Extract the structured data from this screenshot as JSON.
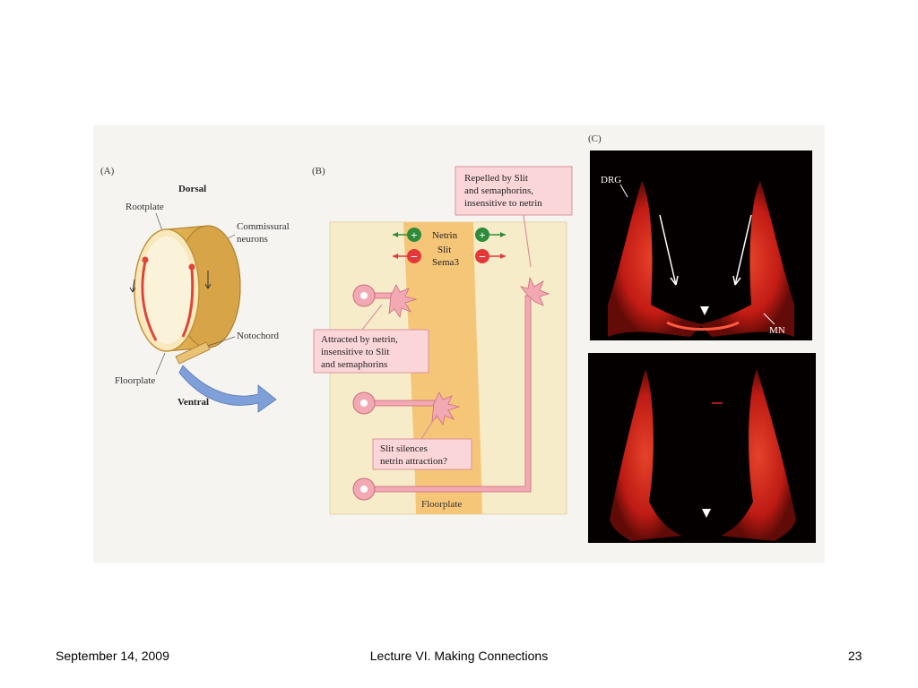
{
  "panel_a": {
    "label": "(A)",
    "dorsal": "Dorsal",
    "ventral": "Ventral",
    "rootplate": "Rootplate",
    "commissural_1": "Commissural",
    "commissural_2": "neurons",
    "notochord": "Notochord",
    "floorplate": "Floorplate"
  },
  "panel_b": {
    "label": "(B)",
    "repelled": [
      "Repelled by Slit",
      "and semaphorins,",
      "insensitive to netrin"
    ],
    "netrin": "Netrin",
    "slit": "Slit",
    "sema3": "Sema3",
    "attracted": [
      "Attracted by netrin,",
      "insensitive to Slit",
      "and semaphorins"
    ],
    "silences": [
      "Slit silences",
      "netrin attraction?"
    ],
    "floorplate": "Floorplate",
    "plus_sign": "+",
    "minus_sign": "−"
  },
  "panel_c": {
    "label": "(C)",
    "drg": "DRG",
    "mn": "MN"
  },
  "colors": {
    "floorplate_band": "#f6c678",
    "background_tissue": "#f7ecc9",
    "neuron_pink": "#f3a9b4",
    "plus_green": "#2e8b3a",
    "minus_red": "#e2383a",
    "fluorescence_red": "#e8281e",
    "ventral_arrow_blue": "#7f9fd8"
  },
  "footer": {
    "date": "September 14, 2009",
    "title": "Lecture VI. Making Connections",
    "page": "23"
  }
}
